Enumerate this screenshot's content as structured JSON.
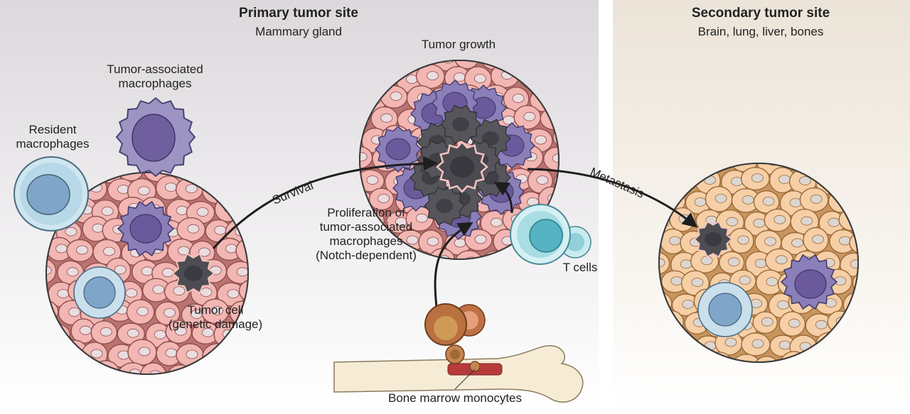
{
  "primary_site": {
    "title": "Primary tumor site",
    "subtitle": "Mammary gland"
  },
  "secondary_site": {
    "title": "Secondary tumor site",
    "subtitle": "Brain, lung, liver, bones"
  },
  "labels": {
    "tumor_associated_macrophages": [
      "Tumor-associated",
      "macrophages"
    ],
    "resident_macrophages": [
      "Resident",
      "macrophages"
    ],
    "tumor_growth": "Tumor growth",
    "survival": "Survival",
    "metastasis": "Metastasis",
    "proliferation": [
      "Proliferation of",
      "tumor-associated",
      "macrophages",
      "(Notch-dependent)"
    ],
    "t_cells": "T cells",
    "tumor_cell": [
      "Tumor cell",
      "(genetic damage)"
    ],
    "bone_marrow_monocytes": "Bone marrow monocytes"
  },
  "colors": {
    "primary_bg_top": "#dcd8dc",
    "secondary_bg": "#ece4d8",
    "normal_cell": "#f2b6b3",
    "secondary_cell": "#f6cfa6",
    "macrophage": "#8a7fb8",
    "tumor_cell": "#4c4c52",
    "t_cell": "#a8dde3",
    "monocyte": "#b9713f"
  }
}
